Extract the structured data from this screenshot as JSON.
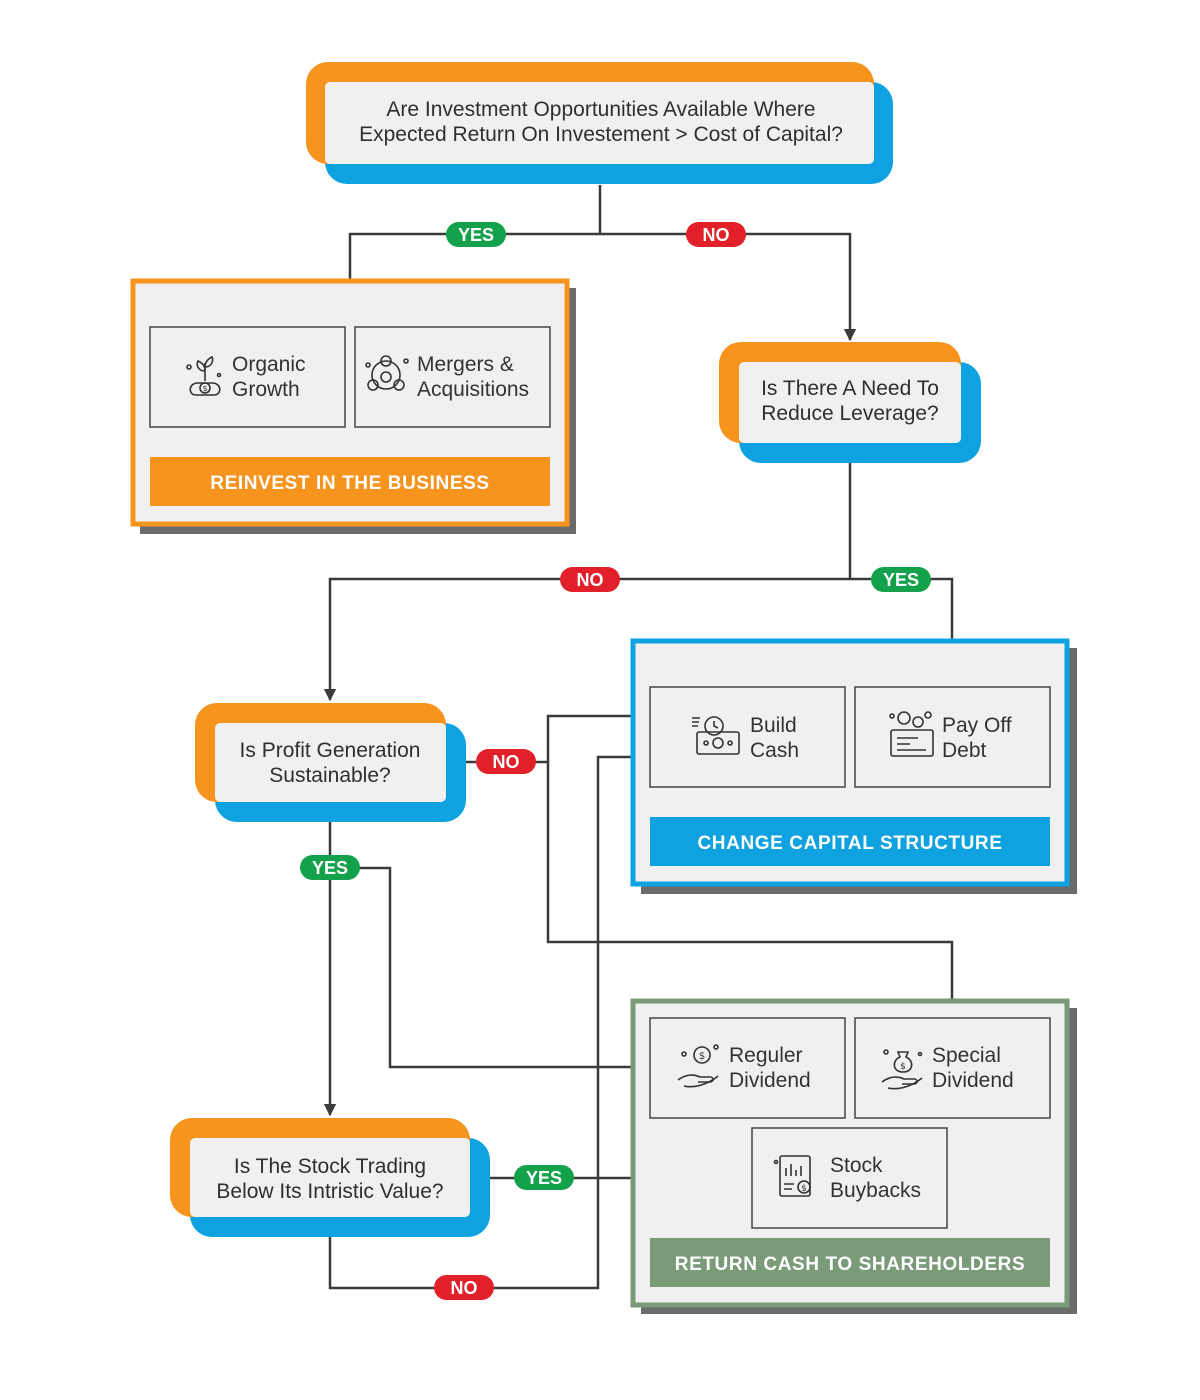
{
  "colors": {
    "orange": "#F7941D",
    "blue": "#0EA3E0",
    "green_band": "#7A9A78",
    "yes_pill": "#13A14B",
    "no_pill": "#E2202A",
    "panel": "#F0F0F0",
    "line": "#3A3A3A"
  },
  "questions": {
    "q1": {
      "line1": "Are Investment Opportunities Available Where",
      "line2": "Expected Return On Investement > Cost of Capital?"
    },
    "q2": {
      "line1": "Is There A Need To",
      "line2": "Reduce Leverage?"
    },
    "q3": {
      "line1": "Is Profit Generation",
      "line2": "Sustainable?"
    },
    "q4": {
      "line1": "Is The Stock Trading",
      "line2": "Below Its Intristic Value?"
    }
  },
  "groups": {
    "reinvest": {
      "title": "REINVEST IN THE BUSINESS",
      "cards": [
        {
          "line1": "Organic",
          "line2": "Growth",
          "icon": "money-bag-plant-icon"
        },
        {
          "line1": "Mergers &",
          "line2": "Acquisitions",
          "icon": "coins-network-icon"
        }
      ]
    },
    "capital": {
      "title": "CHANGE CAPITAL STRUCTURE",
      "cards": [
        {
          "line1": "Build",
          "line2": "Cash",
          "icon": "cash-clock-icon"
        },
        {
          "line1": "Pay Off",
          "line2": "Debt",
          "icon": "cheque-coins-icon"
        }
      ]
    },
    "return": {
      "title": "RETURN CASH TO SHAREHOLDERS",
      "cards": [
        {
          "line1": "Reguler",
          "line2": "Dividend",
          "icon": "hand-coin-icon"
        },
        {
          "line1": "Special",
          "line2": "Dividend",
          "icon": "hand-money-bag-icon"
        },
        {
          "line1": "Stock",
          "line2": "Buybacks",
          "icon": "report-chart-icon"
        }
      ]
    }
  },
  "pills": {
    "q1_yes": "YES",
    "q1_no": "NO",
    "q2_no": "NO",
    "q2_yes": "YES",
    "q3_no": "NO",
    "q3_yes": "YES",
    "q4_yes": "YES",
    "q4_no": "NO"
  }
}
